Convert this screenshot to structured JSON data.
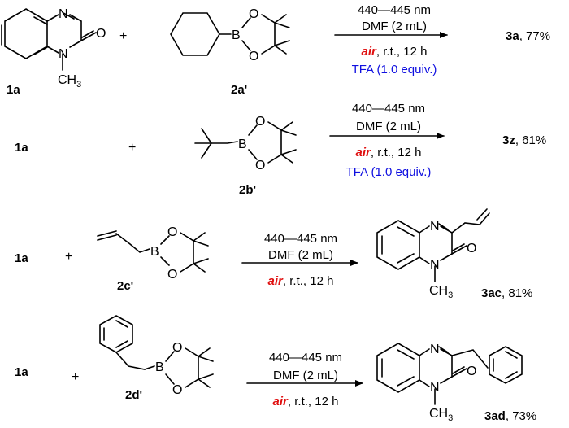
{
  "colors": {
    "air": "#e01010",
    "tfa": "#1010e0",
    "ink": "#000000"
  },
  "atoms": {
    "N": "N",
    "O": "O",
    "B": "B",
    "CH3": "CH",
    "CH3_sub": "3"
  },
  "plus": "+",
  "rows": [
    {
      "substrate": "1a",
      "reagent": "2a'",
      "conditions": {
        "wavelength": "440—445 nm",
        "solvent": "DMF (2 mL)",
        "air": "air",
        "rest": ", r.t., 12 h",
        "additive": "TFA (1.0 equiv.)"
      },
      "product": "3a",
      "yield": ", 77%"
    },
    {
      "substrate": "1a",
      "reagent": "2b'",
      "conditions": {
        "wavelength": "440—445 nm",
        "solvent": "DMF (2 mL)",
        "air": "air",
        "rest": ", r.t., 12 h",
        "additive": "TFA (1.0 equiv.)"
      },
      "product": "3z",
      "yield": ", 61%"
    },
    {
      "substrate": "1a",
      "reagent": "2c'",
      "conditions": {
        "wavelength": "440—445 nm",
        "solvent": "DMF (2 mL)",
        "air": "air",
        "rest": ", r.t., 12 h"
      },
      "product": "3ac",
      "yield": ", 81%"
    },
    {
      "substrate": "1a",
      "reagent": "2d'",
      "conditions": {
        "wavelength": "440—445 nm",
        "solvent": "DMF (2 mL)",
        "air": "air",
        "rest": ", r.t., 12 h"
      },
      "product": "3ad",
      "yield": ", 73%"
    }
  ]
}
